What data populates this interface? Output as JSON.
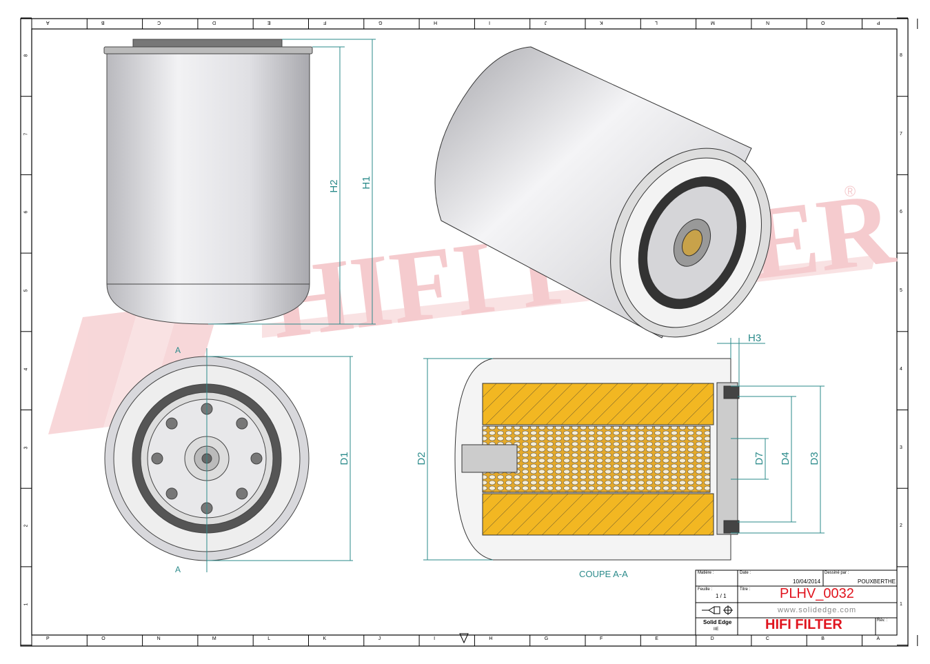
{
  "border": {
    "columns_bottom": [
      "P",
      "O",
      "N",
      "M",
      "L",
      "K",
      "J",
      "I",
      "H",
      "G",
      "F",
      "E",
      "D",
      "C",
      "B",
      "A"
    ],
    "rows_right": [
      "8",
      "7",
      "6",
      "5",
      "4",
      "3",
      "2",
      "1"
    ]
  },
  "watermark": {
    "text": "HIFI FILTER",
    "registered": "®",
    "color": "#f4c6c9"
  },
  "dimensions": {
    "h1": "H1",
    "h2": "H2",
    "h3": "H3",
    "d1": "D1",
    "d2": "D2",
    "d3": "D3",
    "d4": "D4",
    "d7": "D7",
    "section_mark": "A",
    "section_label": "COUPE A-A",
    "color": "#2a8a8a"
  },
  "title_block": {
    "matiere_label": "Matière :",
    "date_label": "Date :",
    "date": "10/04/2014",
    "dessine_label": "Dessiné par :",
    "dessine": "POUXBERTHE",
    "feuille_label": "Feuille :",
    "feuille": "1 / 1",
    "titre_label": "Titre :",
    "titre": "PLHV_0032",
    "website": "www.solidedge.com",
    "software": "Solid Edge",
    "software_sub": "IIE",
    "company": "HIFI FILTER",
    "rev_label": "Rév. :",
    "red": "#e0141e"
  }
}
